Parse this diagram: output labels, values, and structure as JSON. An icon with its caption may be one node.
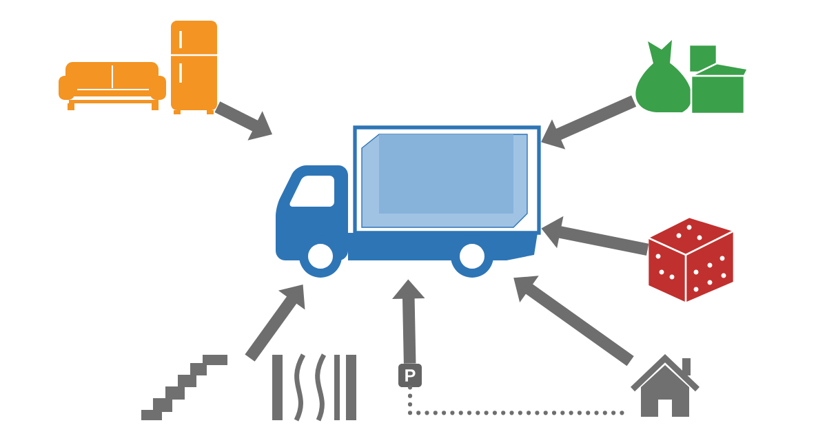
{
  "diagram": {
    "nodes": [
      {
        "text": [],
        "shape": "picture"
      },
      {
        "text": [],
        "shape": "picture"
      },
      {
        "text": [],
        "shape": "picture"
      },
      {
        "text": [],
        "shape": "picture"
      },
      {
        "text": [],
        "shape": "picture"
      },
      {
        "text": [],
        "shape": "picture"
      },
      {
        "text": [
          "P"
        ]
      },
      {
        "text": [],
        "shape": "picture"
      }
    ],
    "edges": [
      {
        "from": 1,
        "to": 0,
        "arrow": "to"
      },
      {
        "from": 2,
        "to": 0,
        "arrow": "to"
      },
      {
        "from": 3,
        "to": 0,
        "arrow": "to"
      },
      {
        "from": 4,
        "to": 0,
        "arrow": "to"
      },
      {
        "from": 5,
        "to": 0,
        "arrow": "to"
      },
      {
        "from": 6,
        "to": 0,
        "arrow": "to"
      },
      {
        "from": 7,
        "to": 0,
        "arrow": "to"
      },
      {
        "from": 6,
        "to": 7,
        "arrow": "none",
        "style": "dashed"
      }
    ]
  }
}
